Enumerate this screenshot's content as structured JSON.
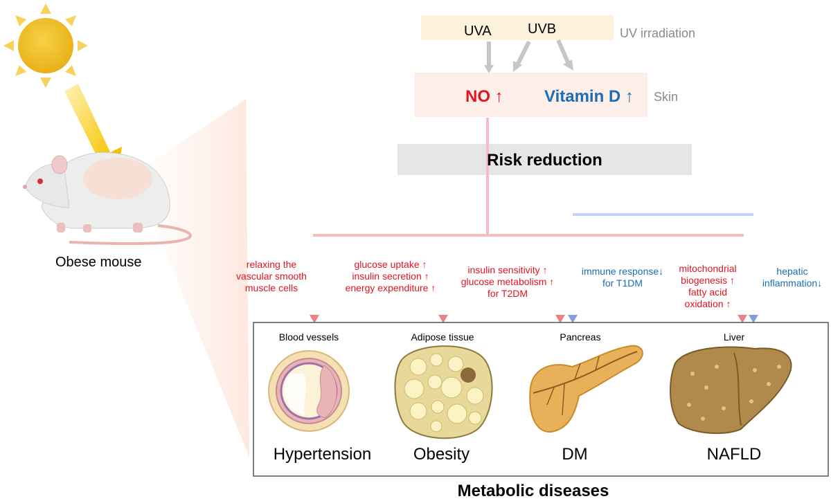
{
  "uv": {
    "uva": "UVA",
    "uvb": "UVB",
    "label": "UV irradiation"
  },
  "skin": {
    "no": "NO ↑",
    "vitd": "Vitamin D ↑",
    "label": "Skin"
  },
  "risk": {
    "label": "Risk reduction"
  },
  "mouse": {
    "label": "Obese mouse"
  },
  "effects": {
    "vascular": [
      "relaxing the",
      "vascular smooth",
      "muscle cells"
    ],
    "adipose": [
      "glucose uptake ↑",
      "insulin secretion ↑",
      "energy expenditure ↑"
    ],
    "pancreas_no": [
      "insulin sensitivity ↑",
      "glucose metabolism ↑",
      "for T2DM"
    ],
    "pancreas_vd": [
      "immune response↓",
      "for T1DM"
    ],
    "liver_no": [
      "mitochondrial",
      "biogenesis ↑",
      "fatty acid",
      "oxidation ↑"
    ],
    "liver_vd": [
      "hepatic",
      "inflammation↓"
    ]
  },
  "organs": [
    {
      "name": "Blood vessels",
      "disease": "Hypertension"
    },
    {
      "name": "Adipose tissue",
      "disease": "Obesity"
    },
    {
      "name": "Pancreas",
      "disease": "DM"
    },
    {
      "name": "Liver",
      "disease": "NAFLD"
    }
  ],
  "footer": {
    "title": "Metabolic diseases"
  },
  "colors": {
    "no": "#e2141f",
    "vitd": "#1b6db5",
    "line_red": "#f4a5a8",
    "line_blue": "#a9bfe8"
  }
}
